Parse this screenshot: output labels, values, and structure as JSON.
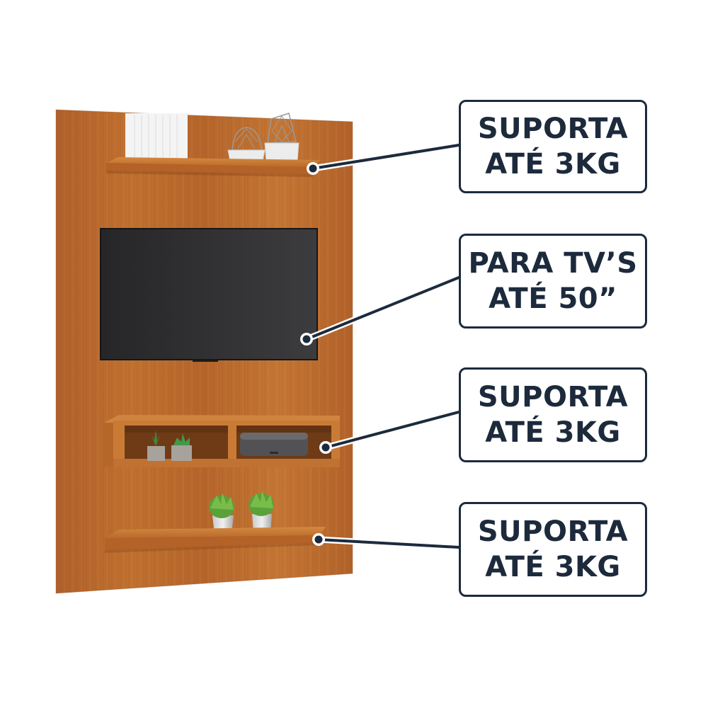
{
  "product": {
    "type": "wooden TV wall panel",
    "finish_color": "#b8652a",
    "tv_screen_color": "#2b2b2d"
  },
  "callouts": [
    {
      "id": "top-shelf",
      "line1": "SUPORTA",
      "line2": "ATÉ 3KG",
      "target": "top shelf"
    },
    {
      "id": "tv",
      "line1": "PARA TV’S",
      "line2": "ATÉ 50”",
      "target": "television"
    },
    {
      "id": "niche",
      "line1": "SUPORTA",
      "line2": "ATÉ 3KG",
      "target": "double niche shelf"
    },
    {
      "id": "bottom-shelf",
      "line1": "SUPORTA",
      "line2": "ATÉ 3KG",
      "target": "bottom shelf"
    }
  ],
  "colors": {
    "label_text": "#1c2a3c",
    "label_border": "#1c2a3c",
    "background": "#ffffff"
  }
}
